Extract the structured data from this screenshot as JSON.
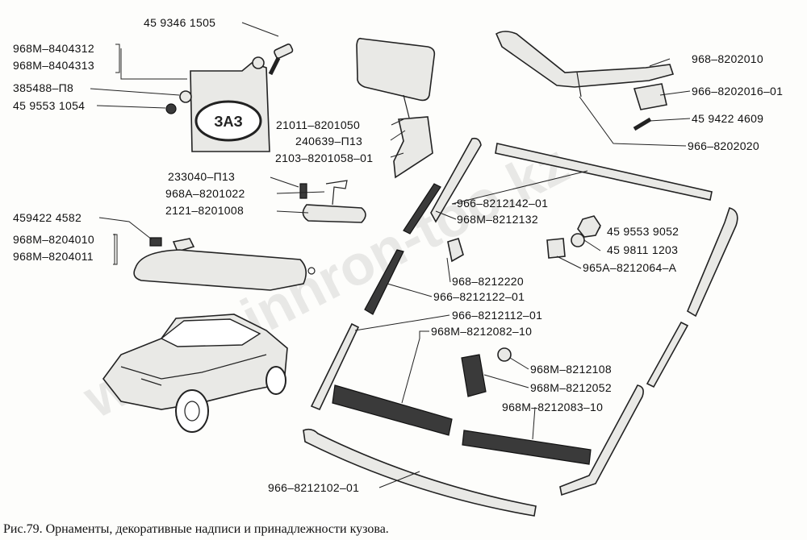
{
  "labels": [
    {
      "text": "45 9346 1505"
    },
    {
      "text": "968М–8404312"
    },
    {
      "text": "968М–8404313"
    },
    {
      "text": "385488–П8"
    },
    {
      "text": "45 9553 1054"
    },
    {
      "text": "21011–8201050"
    },
    {
      "text": "240639–П13"
    },
    {
      "text": "2103–8201058–01"
    },
    {
      "text": "233040–П13"
    },
    {
      "text": "968А–8201022"
    },
    {
      "text": "2121–8201008"
    },
    {
      "text": "459422 4582"
    },
    {
      "text": "968М–8204010"
    },
    {
      "text": "968М–8204011"
    },
    {
      "text": "968–8202010"
    },
    {
      "text": "966–8202016–01"
    },
    {
      "text": "45 9422 4609"
    },
    {
      "text": "966–8202020"
    },
    {
      "text": "966–8212142–01"
    },
    {
      "text": "968М–8212132"
    },
    {
      "text": "45 9553 9052"
    },
    {
      "text": "45 9811 1203"
    },
    {
      "text": "965А–8212064–А"
    },
    {
      "text": "968–8212220"
    },
    {
      "text": "966–8212122–01"
    },
    {
      "text": "966–8212112–01"
    },
    {
      "text": "968М–8212082–10"
    },
    {
      "text": "968М–8212108"
    },
    {
      "text": "968М–8212052"
    },
    {
      "text": "968М–8212083–10"
    },
    {
      "text": "966–8212102–01"
    }
  ],
  "caption": "Рис.79. Орнаменты, декоративные надписи и принадлежности кузова.",
  "watermark": "www.sinhron-too.kz",
  "badge_text": "ЗАЗ",
  "colors": {
    "ink": "#222222",
    "paper": "#fdfdfb",
    "part_fill": "#e9e9e6",
    "dark_fill": "#3a3a3a"
  }
}
